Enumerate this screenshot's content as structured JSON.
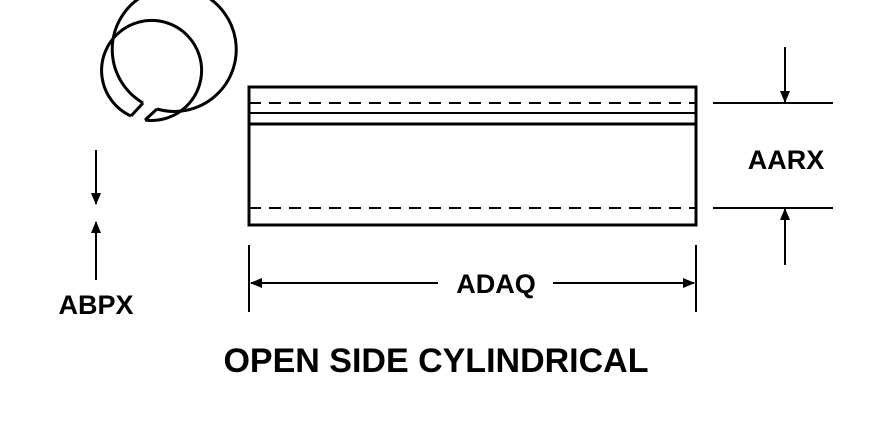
{
  "drawing": {
    "title": "OPEN SIDE CYLINDRICAL",
    "dimensions": {
      "end_view_diameter": "ABPX",
      "outer_diameter": "AARX",
      "length": "ADAQ"
    }
  }
}
